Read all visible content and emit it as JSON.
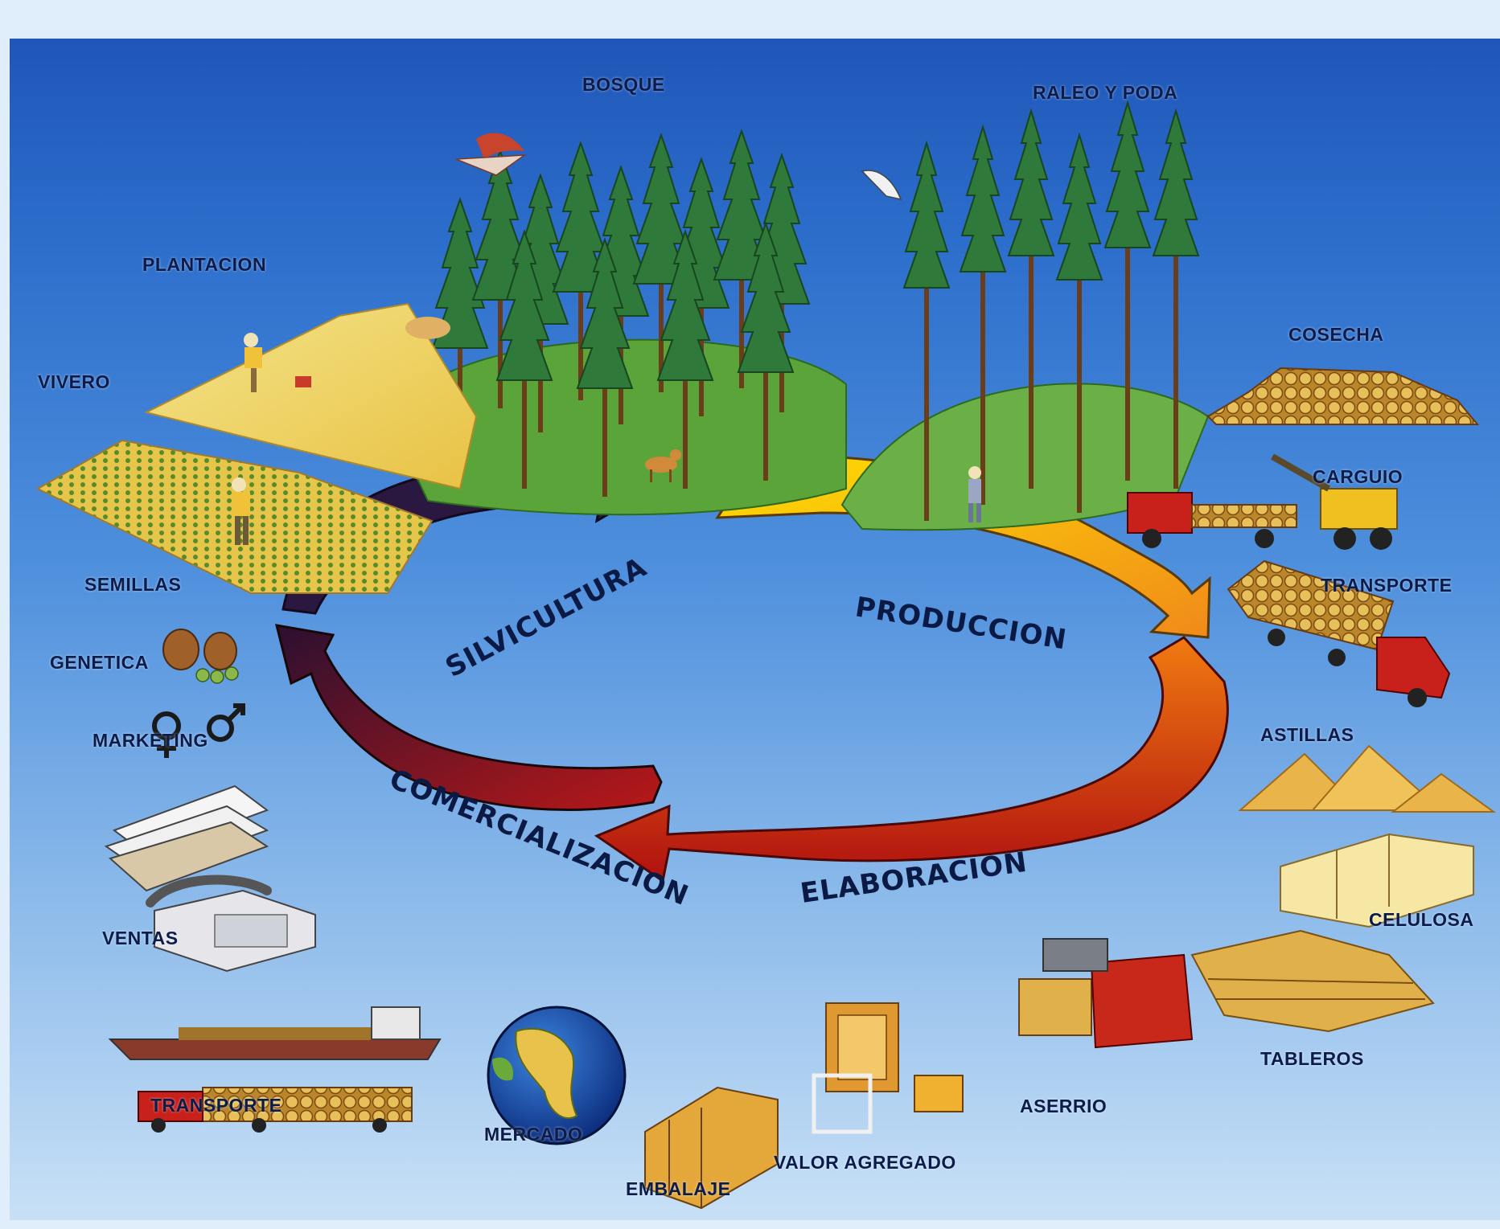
{
  "phases": {
    "silvicultura": "SILVICULTURA",
    "produccion": "PRODUCCION",
    "elaboracion": "ELABORACION",
    "comercializacion": "COMERCIALIZACION"
  },
  "stages": {
    "bosque": "BOSQUE",
    "raleo_y_poda": "RALEO Y PODA",
    "plantacion": "PLANTACION",
    "vivero": "VIVERO",
    "cosecha": "COSECHA",
    "carguio": "CARGUIO",
    "transporte_top": "TRANSPORTE",
    "astillas": "ASTILLAS",
    "celulosa": "CELULOSA",
    "tableros": "TABLEROS",
    "aserrio": "ASERRIO",
    "valor_agregado": "VALOR AGREGADO",
    "embalaje": "EMBALAJE",
    "mercado": "MERCADO",
    "transporte_bottom": "TRANSPORTE",
    "ventas": "VENTAS",
    "marketing": "MARKETING",
    "genetica": "GENETICA",
    "semillas": "SEMILLAS"
  },
  "colors": {
    "silvicultura_arrow": "#2b1840",
    "produccion_arrow_start": "#ffe400",
    "produccion_arrow_end": "#f08a1a",
    "elaboracion_arrow_start": "#f07a10",
    "elaboracion_arrow_end": "#b01010",
    "comercializacion_arrow_start": "#b81818",
    "comercializacion_arrow_end": "#2b1030"
  }
}
